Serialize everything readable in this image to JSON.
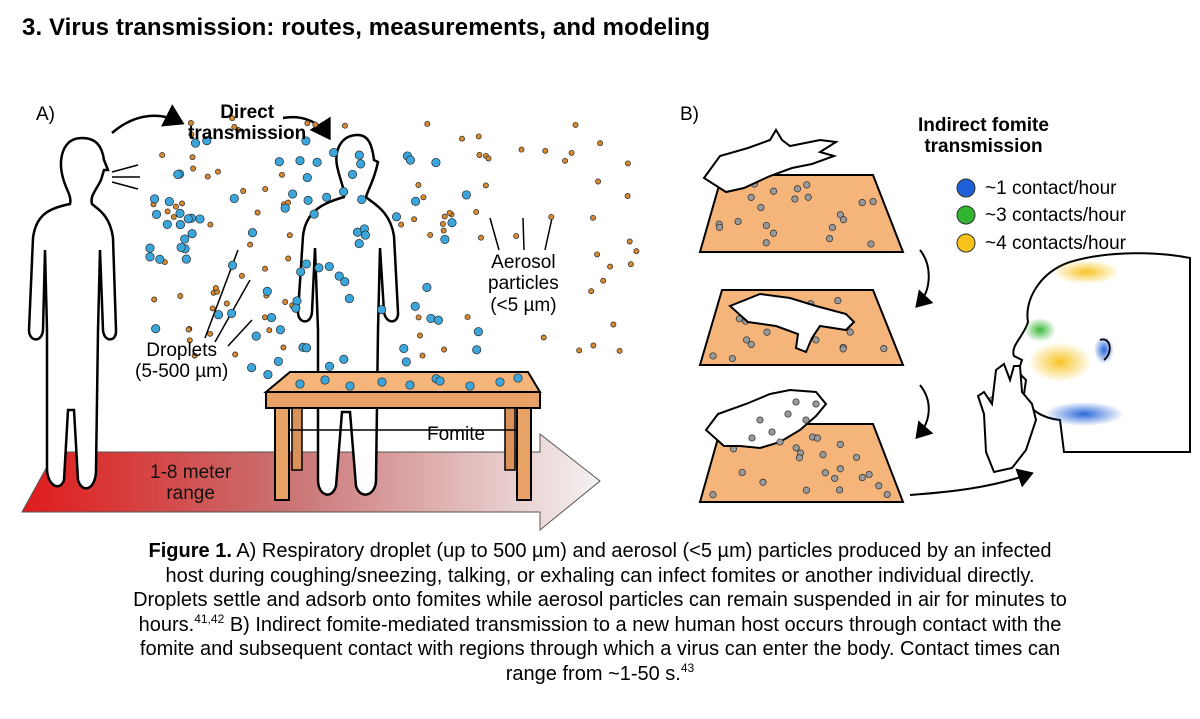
{
  "section_title": "3. Virus transmission: routes, measurements, and modeling",
  "panel_a": {
    "label": "A)",
    "direct_transmission": [
      "Direct",
      "transmission"
    ],
    "droplets": [
      "Droplets",
      "(5-500 µm)"
    ],
    "aerosol": [
      "Aerosol",
      "particles",
      "(<5 µm)"
    ],
    "fomite": "Fomite",
    "range": [
      "1-8 meter",
      "range"
    ]
  },
  "panel_b": {
    "label": "B)",
    "title": [
      "Indirect fomite",
      "transmission"
    ],
    "legend": [
      {
        "label": "~1 contact/hour",
        "color": "#1f5fd8"
      },
      {
        "label": "~3 contacts/hour",
        "color": "#2fb52f"
      },
      {
        "label": "~4 contacts/hour",
        "color": "#f7c21c"
      }
    ]
  },
  "colors": {
    "droplet": "#3ba6dc",
    "aerosol": "#d7892f",
    "surface": "#f4b47a",
    "fomite_particle": "#9a9a9a",
    "arrow_start": "#e11b1b"
  },
  "caption": {
    "fig_label": "Figure 1.",
    "line1_rest": " A) Respiratory droplet (up to 500 µm) and aerosol (<5 µm) particles produced by an infected",
    "line2": "host during coughing/sneezing, talking, or exhaling can infect fomites or another individual directly.",
    "line3": "Droplets settle and adsorb onto fomites while aerosol particles can remain suspended in air for minutes to",
    "line4_start": "hours.",
    "ref1": "41,42",
    "line4_rest": " B) Indirect fomite-mediated transmission to a new human host occurs through contact with the",
    "line5": "fomite and subsequent contact with regions through which a virus can enter the body. Contact times can",
    "line6_start": "range from ~1-50 s.",
    "ref2": "43"
  }
}
